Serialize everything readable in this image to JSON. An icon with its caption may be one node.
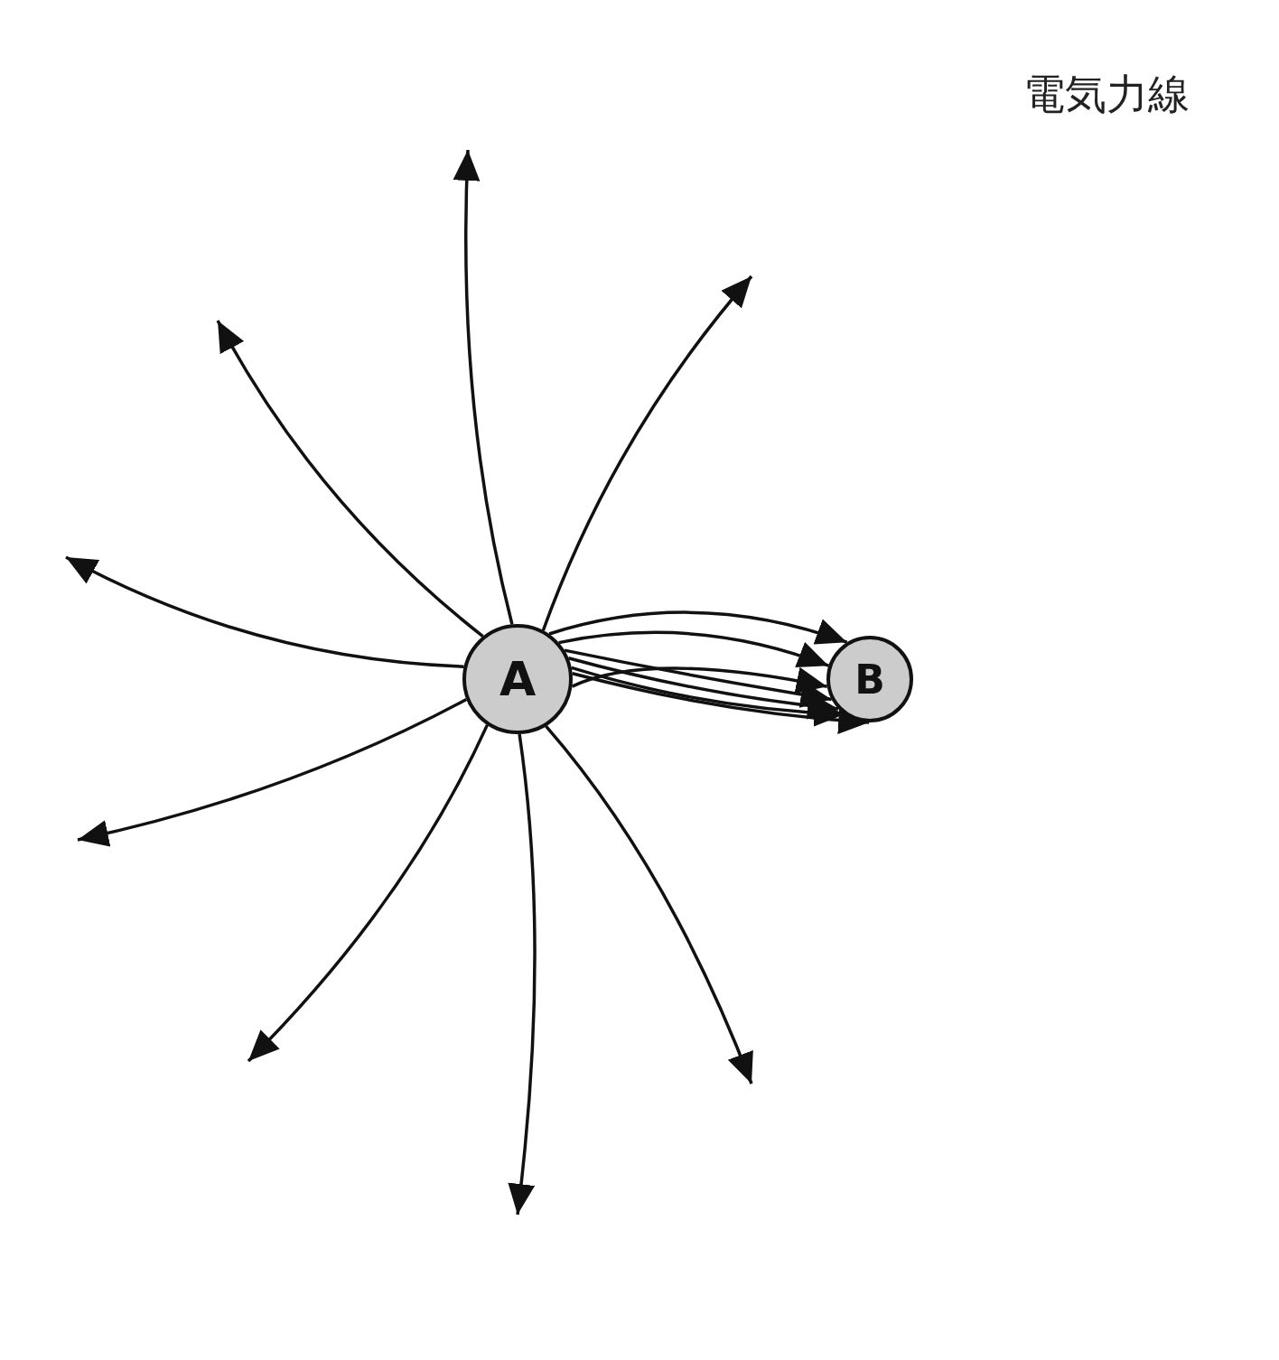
{
  "diagram": {
    "title": "電気力線",
    "nodes": [
      {
        "text": [
          "A"
        ]
      },
      {
        "text": [
          "B"
        ]
      }
    ],
    "edges": [
      {
        "from": 0,
        "to": null,
        "arrow": "to"
      },
      {
        "from": 0,
        "to": null,
        "arrow": "to"
      },
      {
        "from": 0,
        "to": null,
        "arrow": "to"
      },
      {
        "from": 0,
        "to": null,
        "arrow": "to"
      },
      {
        "from": 0,
        "to": null,
        "arrow": "to"
      },
      {
        "from": 0,
        "to": null,
        "arrow": "to"
      },
      {
        "from": 0,
        "to": null,
        "arrow": "to"
      },
      {
        "from": 0,
        "to": null,
        "arrow": "to"
      },
      {
        "from": 0,
        "to": 1,
        "arrow": "to"
      },
      {
        "from": 0,
        "to": 1,
        "arrow": "to"
      },
      {
        "from": 0,
        "to": 1,
        "arrow": "to"
      },
      {
        "from": 0,
        "to": 1,
        "arrow": "to"
      },
      {
        "from": 0,
        "to": 1,
        "arrow": "to"
      },
      {
        "from": 0,
        "to": 1,
        "arrow": "to"
      },
      {
        "from": 0,
        "to": 1,
        "arrow": "to"
      }
    ]
  }
}
